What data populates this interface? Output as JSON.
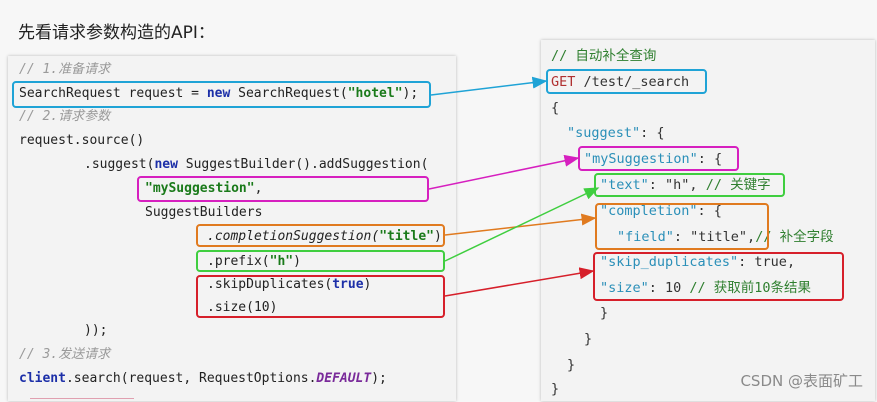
{
  "heading": "先看请求参数构造的API：",
  "left_code": {
    "comment1": "// 1.准备请求",
    "line_request_a": "SearchRequest request = ",
    "line_request_new": "new",
    "line_request_b": " SearchRequest(",
    "line_request_str": "\"hotel\"",
    "line_request_c": ");",
    "comment2": "// 2.请求参数",
    "line_source": "request.source()",
    "line_suggest_a": ".suggest(",
    "line_suggest_new": "new",
    "line_suggest_b": " SuggestBuilder().addSuggestion(",
    "line_mysug_str": "\"mySuggestion\"",
    "line_mysug_comma": ",",
    "line_builders": "SuggestBuilders",
    "line_completion_a": ".completionSuggestion(",
    "line_completion_str": "\"title\"",
    "line_completion_b": ")",
    "line_prefix_a": ".prefix(",
    "line_prefix_str": "\"h\"",
    "line_prefix_b": ")",
    "line_skip_a": ".skipDuplicates(",
    "line_skip_true": "true",
    "line_skip_b": ")",
    "line_size": ".size(10)",
    "line_close": "));",
    "comment3": "// 3.发送请求",
    "line_client": "client",
    "line_search_a": ".search(request, RequestOptions.",
    "line_search_const": "DEFAULT",
    "line_search_b": ");"
  },
  "right_code": {
    "comment": "// 自动补全查询",
    "get": "GET",
    "path": " /test/_search",
    "open": "{",
    "suggest_key": "\"suggest\"",
    "suggest_rest": ": {",
    "mysug_key": "\"mySuggestion\"",
    "mysug_rest": ": {",
    "text_key": "\"text\"",
    "text_rest": ": \"h\", ",
    "text_cmt": "// 关键字",
    "completion_key": "\"completion\"",
    "completion_rest": ": {",
    "field_key": "\"field\"",
    "field_rest": ": \"title\",",
    "field_cmt": "// 补全字段",
    "skip_key": "\"skip_duplicates\"",
    "skip_rest": ": true,",
    "size_key": "\"size\"",
    "size_rest": ": 10 ",
    "size_cmt": "// 获取前10条结果",
    "close1": "}",
    "close2": "}",
    "close3": "}",
    "close4": "}"
  },
  "colors": {
    "blue": "#1fa3d6",
    "magenta": "#d61fbf",
    "green": "#3fce3f",
    "orange": "#e07a1f",
    "red": "#d61f2a"
  },
  "watermark": "CSDN @表面矿工"
}
